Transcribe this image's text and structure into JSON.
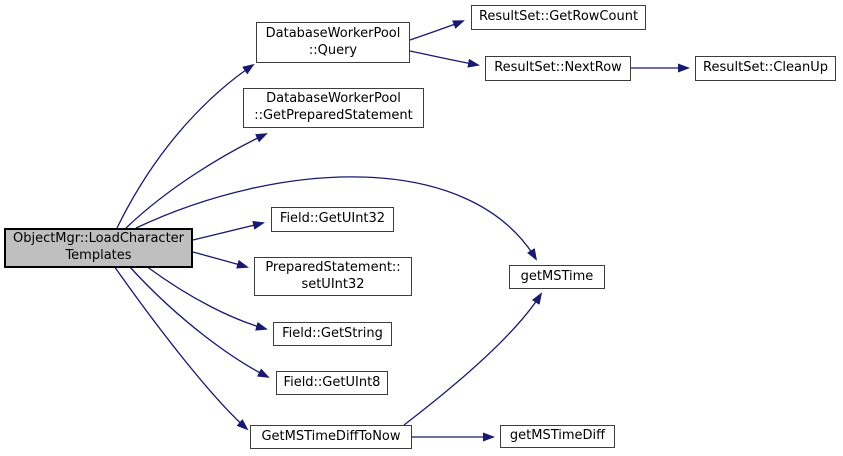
{
  "diagram": {
    "type": "call-graph",
    "nodes": {
      "load": {
        "label": "ObjectMgr::LoadCharacter\nTemplates",
        "highlighted": true
      },
      "query": {
        "label": "DatabaseWorkerPool\n::Query",
        "highlighted": false
      },
      "prepared": {
        "label": "DatabaseWorkerPool\n::GetPreparedStatement",
        "highlighted": false
      },
      "rowcount": {
        "label": "ResultSet::GetRowCount",
        "highlighted": false
      },
      "nextrow": {
        "label": "ResultSet::NextRow",
        "highlighted": false
      },
      "cleanup": {
        "label": "ResultSet::CleanUp",
        "highlighted": false
      },
      "uint32": {
        "label": "Field::GetUInt32",
        "highlighted": false
      },
      "setuint32": {
        "label": "PreparedStatement::\nsetUInt32",
        "highlighted": false
      },
      "getstring": {
        "label": "Field::GetString",
        "highlighted": false
      },
      "uint8": {
        "label": "Field::GetUInt8",
        "highlighted": false
      },
      "difftonow": {
        "label": "GetMSTimeDiffToNow",
        "highlighted": false
      },
      "mstime": {
        "label": "getMSTime",
        "highlighted": false
      },
      "mstimediff": {
        "label": "getMSTimeDiff",
        "highlighted": false
      }
    },
    "edges": [
      {
        "from": "load",
        "to": "query"
      },
      {
        "from": "load",
        "to": "prepared"
      },
      {
        "from": "load",
        "to": "mstime"
      },
      {
        "from": "load",
        "to": "uint32"
      },
      {
        "from": "load",
        "to": "setuint32"
      },
      {
        "from": "load",
        "to": "getstring"
      },
      {
        "from": "load",
        "to": "uint8"
      },
      {
        "from": "load",
        "to": "difftonow"
      },
      {
        "from": "query",
        "to": "rowcount"
      },
      {
        "from": "query",
        "to": "nextrow"
      },
      {
        "from": "nextrow",
        "to": "cleanup"
      },
      {
        "from": "difftonow",
        "to": "mstime"
      },
      {
        "from": "difftonow",
        "to": "mstimediff"
      }
    ],
    "colors": {
      "edge": "#191970",
      "node_fill": "#ffffff",
      "node_border": "#3d3d3d",
      "highlight_fill": "#bfbfbf",
      "background": "#ffffff"
    }
  }
}
